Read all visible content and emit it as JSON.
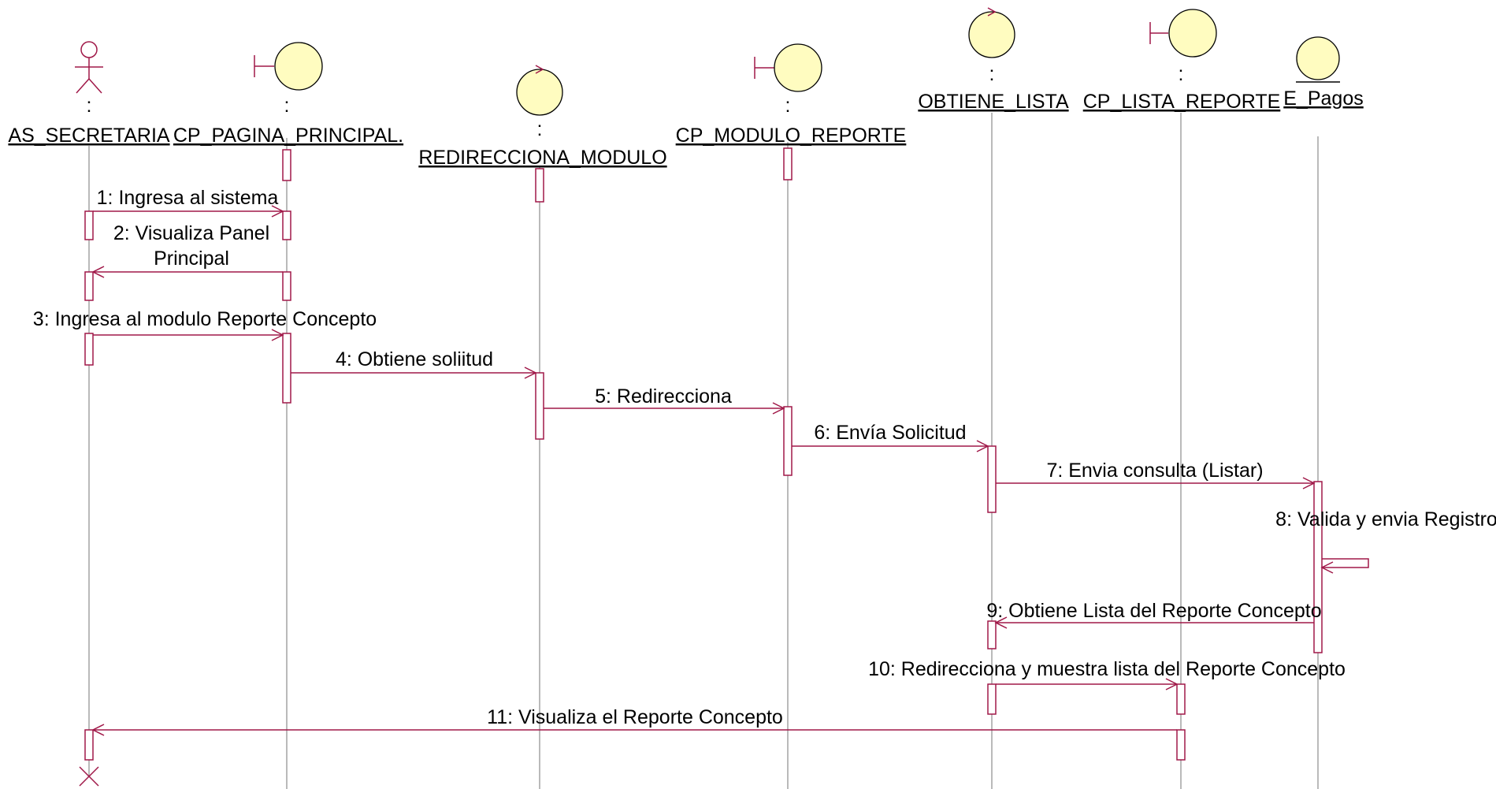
{
  "colors": {
    "line": "#a01848",
    "lifeline": "#8c8c8c",
    "entity_fill": "#fffcc0"
  },
  "participants": [
    {
      "id": "secretaria",
      "kind": "actor",
      "icon": "actor-stick-figure-icon",
      "colon": ":",
      "name": "AS_SECRETARIA"
    },
    {
      "id": "pagina",
      "kind": "boundary",
      "icon": "boundary-icon",
      "colon": ":",
      "name": "CP_PAGINA_PRINCIPAL."
    },
    {
      "id": "redirecciona",
      "kind": "control",
      "icon": "control-icon",
      "colon": ":",
      "name": "REDIRECCIONA_MODULO"
    },
    {
      "id": "modulo",
      "kind": "boundary",
      "icon": "boundary-icon",
      "colon": ":",
      "name": "CP_MODULO_REPORTE"
    },
    {
      "id": "obtiene",
      "kind": "control",
      "icon": "control-icon",
      "colon": ":",
      "name": "OBTIENE_LISTA"
    },
    {
      "id": "lista",
      "kind": "boundary",
      "icon": "boundary-icon",
      "colon": ":",
      "name": "CP_LISTA_REPORTE"
    },
    {
      "id": "pagos",
      "kind": "entity",
      "icon": "entity-icon",
      "colon": ":",
      "name": "E_Pagos"
    }
  ],
  "messages": [
    {
      "number": 1,
      "from": "secretaria",
      "to": "pagina",
      "label": "1: Ingresa al sistema"
    },
    {
      "number": 2,
      "from": "pagina",
      "to": "secretaria",
      "label_lines": [
        "2: Visualiza Panel",
        "Principal"
      ]
    },
    {
      "number": 3,
      "from": "secretaria",
      "to": "pagina",
      "label": "3: Ingresa al modulo Reporte Concepto"
    },
    {
      "number": 4,
      "from": "pagina",
      "to": "redirecciona",
      "label": "4: Obtiene soliitud"
    },
    {
      "number": 5,
      "from": "redirecciona",
      "to": "modulo",
      "label": "5: Redirecciona"
    },
    {
      "number": 6,
      "from": "modulo",
      "to": "obtiene",
      "label": "6: Envía Solicitud"
    },
    {
      "number": 7,
      "from": "obtiene",
      "to": "pagos",
      "label": "7: Envia consulta (Listar)"
    },
    {
      "number": 8,
      "from": "pagos",
      "to": "pagos",
      "label": "8: Valida y envia Registro"
    },
    {
      "number": 9,
      "from": "pagos",
      "to": "obtiene",
      "label": "9: Obtiene Lista del Reporte Concepto"
    },
    {
      "number": 10,
      "from": "obtiene",
      "to": "lista",
      "label": "10: Redirecciona y muestra lista del Reporte Concepto"
    },
    {
      "number": 11,
      "from": "lista",
      "to": "secretaria",
      "label": "11: Visualiza el Reporte Concepto"
    }
  ],
  "terminator": {
    "icon": "destroy-x-icon"
  }
}
